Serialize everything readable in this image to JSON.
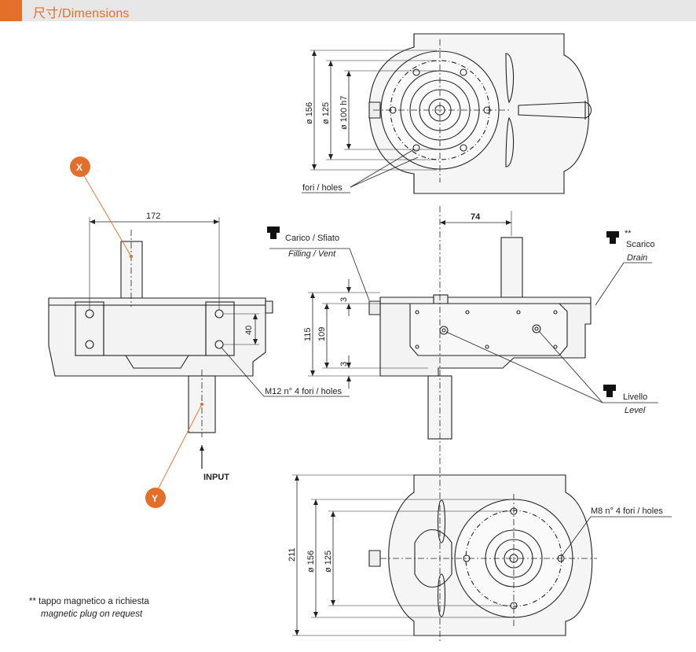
{
  "header": {
    "title": "尺寸/Dimensions"
  },
  "colors": {
    "accent": "#e36f2b",
    "header_bg": "#e7e7e7",
    "line": "#222222",
    "body_fill": "#f3f3f3"
  },
  "labels": {
    "dim_172": "172",
    "dim_40": "40",
    "m12_holes": "M12 n° 4 fori / holes",
    "input": "INPUT",
    "bubble_x": "X",
    "bubble_y": "Y",
    "dim_74": "74",
    "carico_sfiato": "Carico / Sfiato",
    "filling_vent": "Filling / Vent",
    "scarico_mark": "**",
    "scarico": "Scarico",
    "drain": "Drain",
    "livello": "Livello",
    "level": "Level",
    "dim_115": "115",
    "dim_109": "109",
    "dim_3_top": "3",
    "dim_3_bottom": "3",
    "top_d156": "ø 156",
    "top_d125": "ø 125",
    "top_d100": "ø 100 h7",
    "top_holes": "fori / holes",
    "bot_211": "211",
    "bot_d156": "ø 156",
    "bot_d125": "ø 125",
    "m8_holes": "M8 n° 4 fori / holes"
  },
  "note": {
    "line1": "** tappo magnetico a richiesta",
    "line2": "magnetic plug on request"
  }
}
